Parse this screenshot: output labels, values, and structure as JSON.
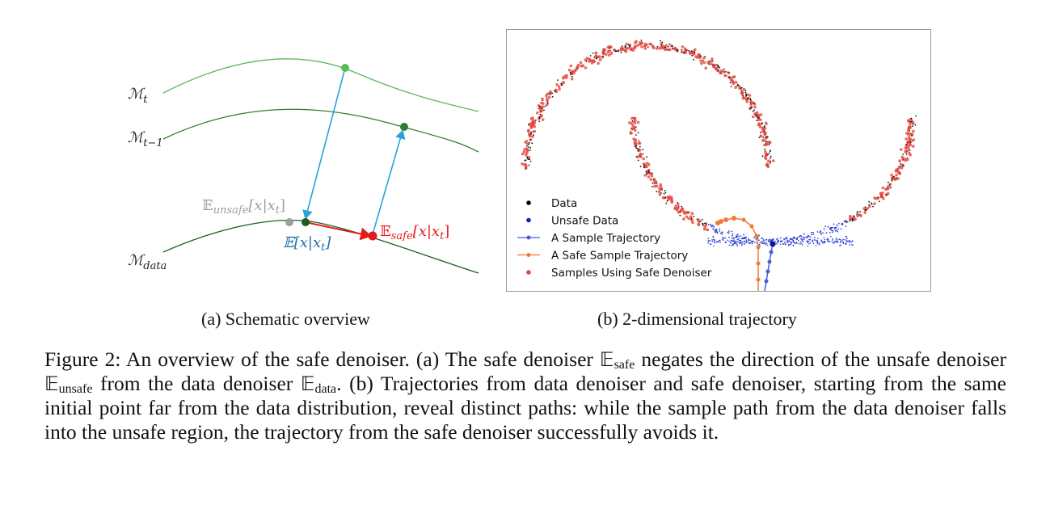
{
  "panel_a": {
    "labels": {
      "m_t": "ℳ",
      "m_t_sub": "t",
      "m_t1": "ℳ",
      "m_t1_sub": "t−1",
      "m_data": "ℳ",
      "m_data_sub": "data",
      "e_unsafe": "𝔼",
      "e_unsafe_sub": "unsafe",
      "e_unsafe_arg": "[x|x",
      "e_unsafe_t": "t",
      "e_unsafe_close": "]",
      "e_data": "𝔼[x|x",
      "e_data_t": "t",
      "e_data_close": "]",
      "e_safe": "𝔼",
      "e_safe_sub": "safe",
      "e_safe_arg": "[x|x",
      "e_safe_t": "t",
      "e_safe_close": "]"
    },
    "colors": {
      "m_t": "#5cb85c",
      "m_t1": "#2e7d32",
      "m_data": "#1b5e20",
      "arrow": "#2aa3d6",
      "unsafe": "#9e9e9e",
      "data": "#1b5e20",
      "safe": "#e41a1c",
      "e_data_text": "#1f6fa8"
    },
    "caption": "(a) Schematic overview"
  },
  "panel_b": {
    "legend": [
      {
        "label": "Data",
        "color": "#000000",
        "icon": "dot"
      },
      {
        "label": "Unsafe Data",
        "color": "#0a1fbf",
        "icon": "dot"
      },
      {
        "label": "A Sample Trajectory",
        "color": "#4a5bd6",
        "icon": "line-dot"
      },
      {
        "label": "A Safe Sample Trajectory",
        "color": "#f07a3a",
        "icon": "line-dot"
      },
      {
        "label": "Samples Using Safe Denoiser",
        "color": "#e8463c",
        "icon": "dot"
      }
    ],
    "caption": "(b) 2-dimensional trajectory"
  },
  "caption": {
    "prefix": "Figure 2: An overview of the safe denoiser. (a) The safe denoiser ",
    "e1": "𝔼",
    "e1_sub": "safe",
    "mid1": " negates the direction of the unsafe denoiser ",
    "e2": "𝔼",
    "e2_sub": "unsafe",
    "mid2": " from the data denoiser ",
    "e3": "𝔼",
    "e3_sub": "data",
    "rest": ". (b) Trajectories from data denoiser and safe denoiser, starting from the same initial point far from the data distribution, reveal distinct paths: while the sample path from the data denoiser falls into the unsafe region, the trajectory from the safe denoiser successfully avoids it."
  }
}
